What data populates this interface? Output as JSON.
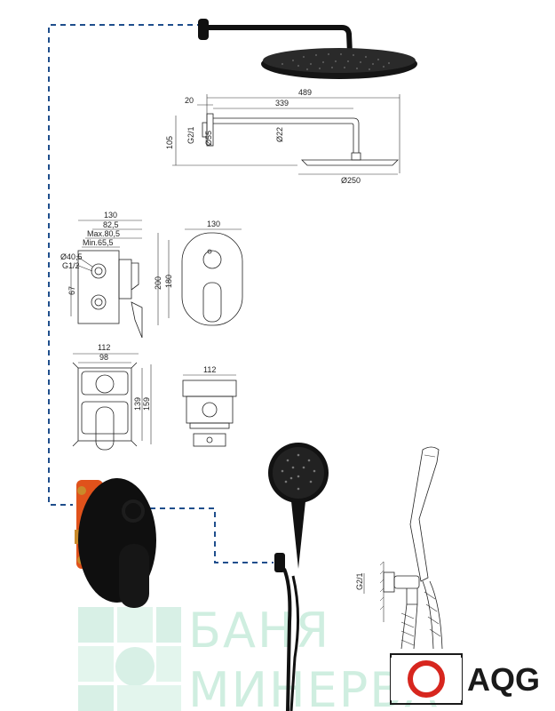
{
  "colors": {
    "connector": "#1f4e8c",
    "fixture": "#111111",
    "valve_body": "#e0521b",
    "watermark": "#cfeee0",
    "logo_ring": "#d7261e"
  },
  "shower_arm_dims": {
    "total": "489",
    "arm": "339",
    "offset": "20",
    "height": "105",
    "thread": "G2/1",
    "flange": "Ø55",
    "pipe": "Ø22",
    "head": "Ø250"
  },
  "valve_side_dims": {
    "width": "130",
    "d1": "82,5",
    "max": "Max.80,5",
    "min": "Min.65,5",
    "port": "Ø40,5",
    "thread": "G1/2",
    "height": "67"
  },
  "valve_front_dims": {
    "width": "130",
    "height": "200",
    "inner": "180"
  },
  "box_dims": {
    "outer": "112",
    "inner": "98",
    "h1": "139",
    "h2": "159"
  },
  "box_top_dims": {
    "width": "112"
  },
  "holder_dims": {
    "thread": "G2/1"
  },
  "watermark": {
    "line1": "БАНЯ",
    "line2": "МИНЕРВА"
  },
  "logo": {
    "text": "AQG"
  }
}
